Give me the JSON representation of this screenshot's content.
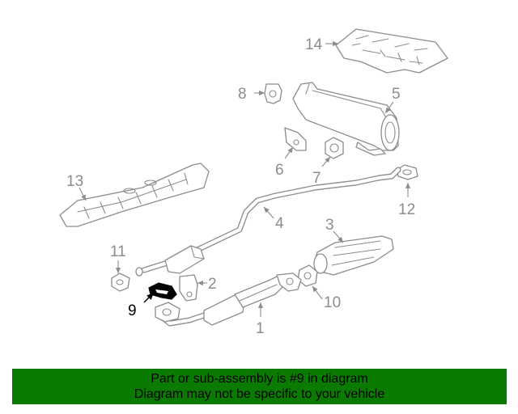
{
  "diagram": {
    "callouts": {
      "c1": "1",
      "c2": "2",
      "c3": "3",
      "c4": "4",
      "c5": "5",
      "c6": "6",
      "c7": "7",
      "c8": "8",
      "c9": "9",
      "c10": "10",
      "c11": "11",
      "c12": "12",
      "c13": "13",
      "c14": "14"
    },
    "highlighted_part": "9",
    "colors": {
      "line": "#8c8c8c",
      "highlight": "#000000",
      "banner": "#0b7a00"
    }
  },
  "banner": {
    "line1": "Part or sub-assembly is #9 in diagram",
    "line2": "Diagram may not be specific to your vehicle"
  }
}
